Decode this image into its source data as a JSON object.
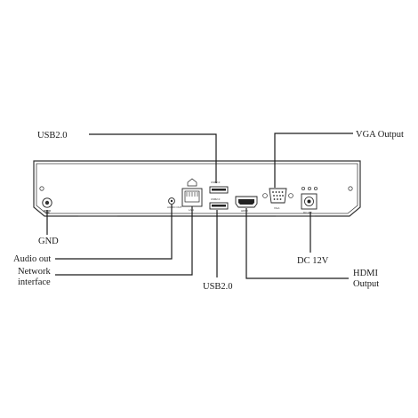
{
  "labels": {
    "usb_top": "USB2.0",
    "vga": "VGA Output",
    "gnd": "GND",
    "audio_out": "Audio out",
    "network_line1": "Network",
    "network_line2": "interface",
    "usb_bottom": "USB2.0",
    "dc": "DC 12V",
    "hdmi_line1": "HDMI",
    "hdmi_line2": "Output"
  },
  "panel_marks": {
    "audio": "AUDIO OUT",
    "lan": "LAN",
    "usb1": "USB2.0",
    "usb2": "USB2.0",
    "hdmi": "HDMI",
    "vga": "VGA",
    "dc": "DC12V"
  }
}
